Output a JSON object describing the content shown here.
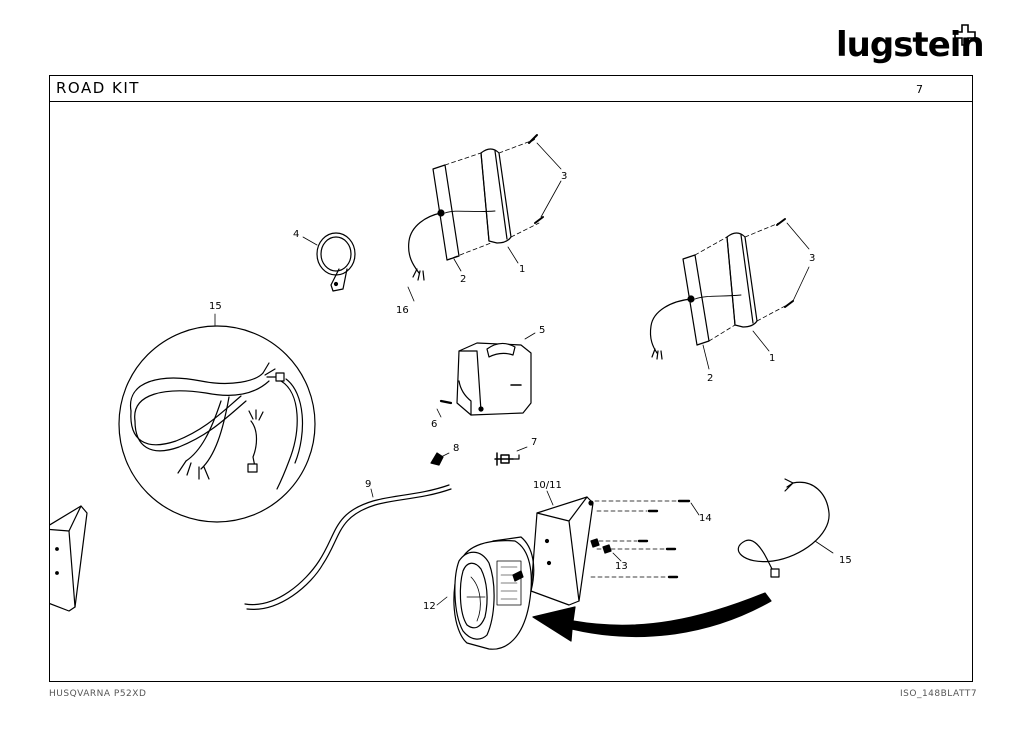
{
  "brand": {
    "logo_text": "lugstein"
  },
  "header": {
    "title": "ROAD  KIT",
    "page_number": "7"
  },
  "footer": {
    "left": "HUSQVARNA  P52XD",
    "right": "ISO_148BLATT7"
  },
  "callouts": [
    {
      "id": "c1a",
      "text": "1"
    },
    {
      "id": "c2a",
      "text": "2"
    },
    {
      "id": "c3a",
      "text": "3"
    },
    {
      "id": "c4",
      "text": "4"
    },
    {
      "id": "c16",
      "text": "16"
    },
    {
      "id": "c15a",
      "text": "15"
    },
    {
      "id": "c5",
      "text": "5"
    },
    {
      "id": "c6",
      "text": "6"
    },
    {
      "id": "c7",
      "text": "7"
    },
    {
      "id": "c8",
      "text": "8"
    },
    {
      "id": "c9",
      "text": "9"
    },
    {
      "id": "c1011",
      "text": "10/11"
    },
    {
      "id": "c14",
      "text": "14"
    },
    {
      "id": "c13",
      "text": "13"
    },
    {
      "id": "c12",
      "text": "12"
    },
    {
      "id": "c15b",
      "text": "15"
    },
    {
      "id": "c3b",
      "text": "3"
    },
    {
      "id": "c1b",
      "text": "1"
    },
    {
      "id": "c2b",
      "text": "2"
    }
  ],
  "colors": {
    "line": "#000000",
    "background": "#ffffff",
    "footer_text": "#555555"
  }
}
